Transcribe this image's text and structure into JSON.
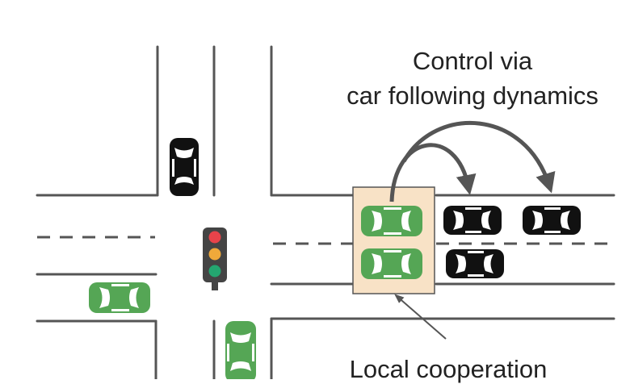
{
  "labels": {
    "control_line1": "Control via",
    "control_line2": "car following dynamics",
    "local_cooperation": "Local cooperation"
  },
  "colors": {
    "road_line": "#555555",
    "green_car": "#55a655",
    "black_car": "#111111",
    "cooperation_zone": "#f8e2c6",
    "light_red": "#e8434a",
    "light_yellow": "#f0a93a",
    "light_green": "#24a670",
    "arrow": "#555555"
  },
  "icons": {
    "traffic_light": "traffic-light-icon",
    "car": "car-icon"
  }
}
